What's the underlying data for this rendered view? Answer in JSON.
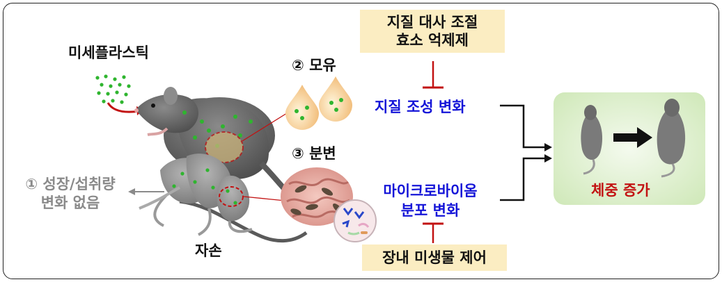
{
  "labels": {
    "microplastic": "미세플라스틱",
    "milk": "② 모유",
    "feces": "③ 분변",
    "offspring": "자손",
    "growth_line1": "① 성장/섭취량",
    "growth_line2": "변화 없음",
    "lipid_change": "지질 조성 변화",
    "microbiome_line1": "마이크로바이옴",
    "microbiome_line2": "분포 변화",
    "weight_gain": "체중 증가"
  },
  "boxes": {
    "inhibitor_line1": "지질 대사 조절",
    "inhibitor_line2": "효소 억제제",
    "microbe_control": "장내 미생물 제어"
  },
  "colors": {
    "blue_text": "#1414d8",
    "red_text": "#c21212",
    "gray_text": "#8a8a8a",
    "box_fill": "#fbedc2",
    "result_panel": "#d8edc6",
    "mouse_fill": "#6e6e6e",
    "particle": "#2fb52f"
  }
}
